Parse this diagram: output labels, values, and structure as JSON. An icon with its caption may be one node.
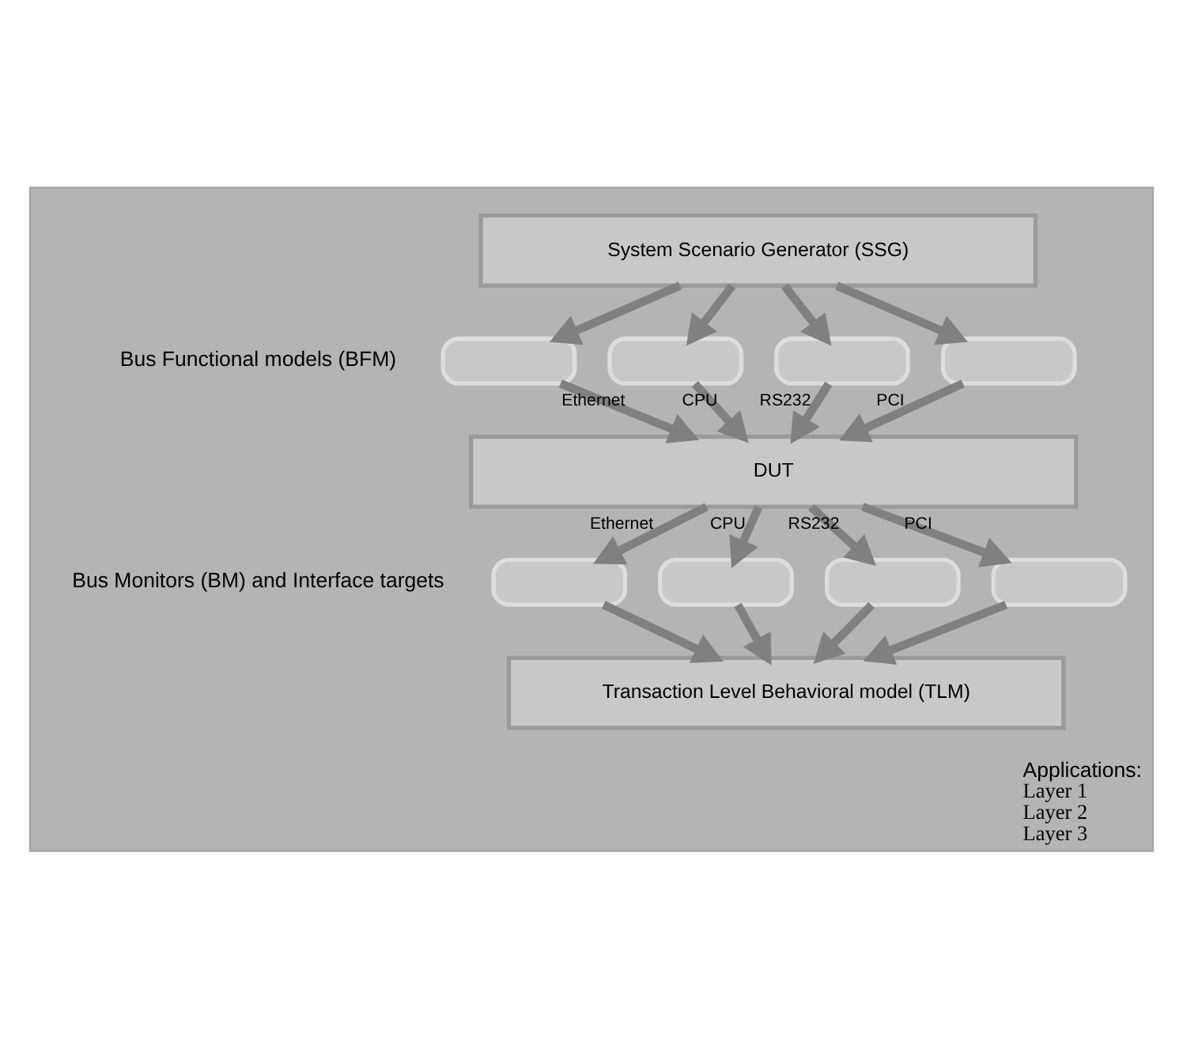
{
  "diagram": {
    "nodes": [
      {
        "text": [
          "Applications:",
          "Layer 1",
          "Layer 2",
          "Layer 3"
        ]
      },
      {
        "text": [
          "System Scenario Generator (SSG)"
        ],
        "in": 0
      },
      {
        "text": [],
        "shape": "box",
        "in": 0
      },
      {
        "text": [],
        "shape": "box",
        "in": 0
      },
      {
        "text": [],
        "shape": "box",
        "in": 0
      },
      {
        "text": [],
        "shape": "box",
        "in": 0
      },
      {
        "text": [
          "DUT"
        ],
        "in": 0
      },
      {
        "text": [],
        "shape": "box",
        "in": 0
      },
      {
        "text": [],
        "shape": "box",
        "in": 0
      },
      {
        "text": [],
        "shape": "box",
        "in": 0
      },
      {
        "text": [],
        "shape": "box",
        "in": 0
      },
      {
        "text": [
          "Transaction Level Behavioral model (TLM)"
        ],
        "in": 0
      }
    ],
    "edges": [
      {
        "from": 1,
        "to": 2,
        "arrow": "to"
      },
      {
        "from": 1,
        "to": 3,
        "arrow": "to"
      },
      {
        "from": 1,
        "to": 4,
        "arrow": "to"
      },
      {
        "from": 1,
        "to": 5,
        "arrow": "to"
      },
      {
        "from": 2,
        "to": 6,
        "arrow": "to",
        "label": "Ethernet"
      },
      {
        "from": 3,
        "to": 6,
        "arrow": "to",
        "label": "CPU"
      },
      {
        "from": 4,
        "to": 6,
        "arrow": "to",
        "label": "RS232"
      },
      {
        "from": 5,
        "to": 6,
        "arrow": "to",
        "label": "PCI"
      },
      {
        "from": 6,
        "to": 7,
        "arrow": "to",
        "label": "Ethernet"
      },
      {
        "from": 6,
        "to": 8,
        "arrow": "to",
        "label": "CPU"
      },
      {
        "from": 6,
        "to": 9,
        "arrow": "to",
        "label": "RS232"
      },
      {
        "from": 6,
        "to": 10,
        "arrow": "to",
        "label": "PCI"
      },
      {
        "from": 7,
        "to": 11,
        "arrow": "to"
      },
      {
        "from": 8,
        "to": 11,
        "arrow": "to"
      },
      {
        "from": 9,
        "to": 11,
        "arrow": "to"
      },
      {
        "from": 10,
        "to": 11,
        "arrow": "to"
      }
    ],
    "labels": [
      "Bus Functional models (BFM)",
      "Bus Monitors (BM) and Interface targets"
    ]
  }
}
